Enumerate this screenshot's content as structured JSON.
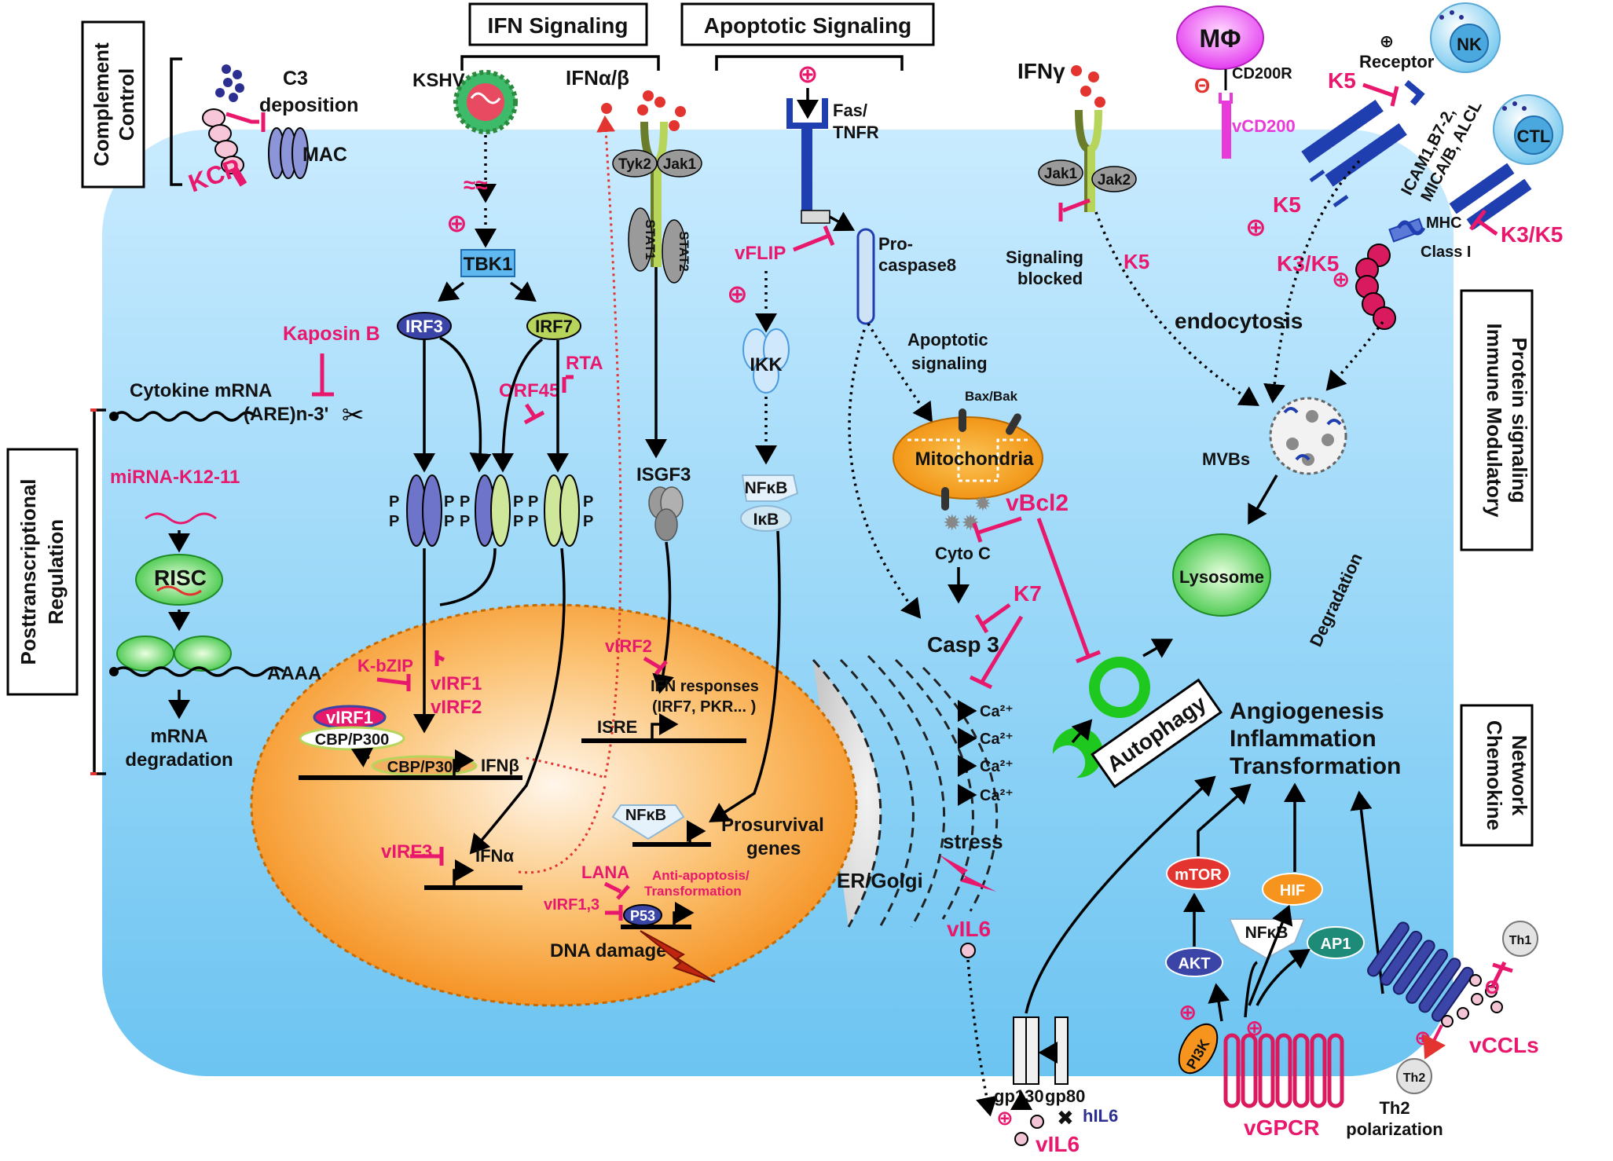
{
  "labels": {
    "complement_control": [
      "Complement",
      "Control"
    ],
    "posttranscriptional": [
      "Posttranscriptional",
      "Regulation"
    ],
    "ifn_signaling": "IFN Signaling",
    "apoptotic_signaling": "Apoptotic Signaling",
    "immune_modulatory": [
      "Immune Modulatory",
      "Protein signaling"
    ],
    "chemokine_network": [
      "Chemokine",
      "Network"
    ],
    "c3_deposition": [
      "C3",
      "deposition"
    ],
    "mac": "MAC",
    "kcp": "KCP",
    "kshv": "KSHV",
    "ifna_b": "IFNα/β",
    "tyk2": "Tyk2",
    "jak1": "Jak1",
    "jak2": "Jak2",
    "stat1": "STAT1",
    "stat2": "STAT2",
    "tbk1": "TBK1",
    "irf3": "IRF3",
    "irf7": "IRF7",
    "kaposin_b": "Kaposin B",
    "orf45": "ORF45",
    "rta": "RTA",
    "cytokine_mrna": "Cytokine mRNA",
    "are": "(ARE)n-3'",
    "mirna": "miRNA-K12-11",
    "risc": "RISC",
    "aaaa": "AAAA",
    "mrna_degradation": [
      "mRNA",
      "degradation"
    ],
    "isgf3": "ISGF3",
    "fas_tnfr": [
      "Fas/",
      "TNFR"
    ],
    "vflip": "vFLIP",
    "procaspase8": [
      "Pro-",
      "caspase8"
    ],
    "ikk": "IKK",
    "nfkb": "NFκB",
    "ikb": "IκB",
    "apoptotic_signaling_inner": [
      "Apoptotic",
      "signaling"
    ],
    "bax_bak": "Bax/Bak",
    "mitochondria": "Mitochondria",
    "vbcl2": "vBcl2",
    "cyto_c": "Cyto C",
    "k7": "K7",
    "casp3": "Casp 3",
    "ca2": "Ca²⁺",
    "stress": "stress",
    "er_golgi": "ER/Golgi",
    "autophagy": "Autophagy",
    "ifng": "IFNγ",
    "signaling_blocked": [
      "Signaling",
      "blocked"
    ],
    "mphi": "MΦ",
    "cd200r": "CD200R",
    "vcd200": "vCD200",
    "theta": "Θ",
    "receptor": "Receptor",
    "nk": "NK",
    "ctl": "CTL",
    "k5": "K5",
    "k3k5": "K3/K5",
    "icam": [
      "ICAM1,B7-2,",
      "MICA/B, ALCL"
    ],
    "mhc": [
      "MHC",
      "Class I"
    ],
    "endocytosis": "endocytosis",
    "mvbs": "MVBs",
    "lysosome": "Lysosome",
    "degradation": "Degradation",
    "outcomes": [
      "Angiogenesis",
      "Inflammation",
      "Transformation"
    ],
    "k_bzip": "K-bZIP",
    "virf1": "vIRF1",
    "virf2": "vIRF2",
    "virf3": "vIRF3",
    "virf13": "vIRF1,3",
    "cbp_p300": "CBP/P300",
    "ifnb": "IFNβ",
    "ifna": "IFNα",
    "ifn_responses": [
      "IFN responses",
      "(IRF7, PKR... )"
    ],
    "isre": "ISRE",
    "prosurvival": [
      "Prosurvival",
      "genes"
    ],
    "lana": "LANA",
    "anti_apoptosis": [
      "Anti-apoptosis/",
      "Transformation"
    ],
    "p53": "P53",
    "dna_damage": "DNA damage",
    "vil6": "vIL6",
    "gp130": "gp130",
    "gp80": "gp80",
    "hil6": "hIL6",
    "mtor": "mTOR",
    "hif": "HIF",
    "akt": "AKT",
    "ap1": "AP1",
    "pi3k": "PI3K",
    "vgpcr": "vGPCR",
    "th1": "Th1",
    "th2": "Th2",
    "th2_polarization": [
      "Th2",
      "polarization"
    ],
    "vccls": "vCCLs",
    "phos": "P",
    "plus": "⊕"
  },
  "colors": {
    "inhibitor": "#e8186d",
    "cell": "#7ecbf3",
    "nucleus": "#f7941d",
    "mitochondria": "#f7a11a",
    "receptor_blue": "#1f3fb0",
    "irf3": "#3b45a8",
    "irf7": "#b6d55a"
  }
}
